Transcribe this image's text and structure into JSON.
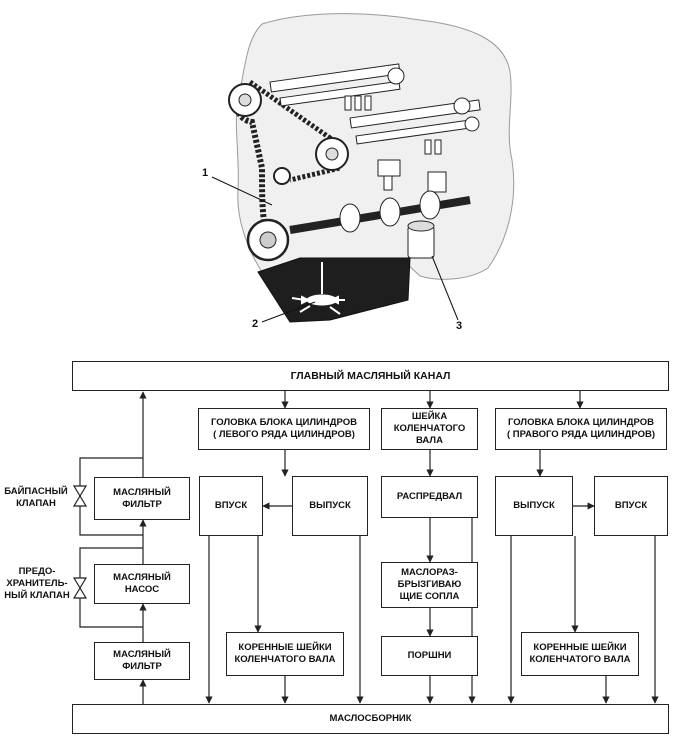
{
  "illustration": {
    "callouts": [
      "1",
      "2",
      "3"
    ]
  },
  "diagram": {
    "main_gallery": "ГЛАВНЫЙ МАСЛЯНЫЙ КАНАЛ",
    "sump": "МАСЛОСБОРНИК",
    "filter_top": "МАСЛЯНЫЙ\nФИЛЬТР",
    "pump": "МАСЛЯНЫЙ\nНАСОС",
    "filter_bottom": "МАСЛЯНЫЙ\nФИЛЬТР",
    "bypass_valve": "БАЙПАСНЫЙ\nКЛАПАН",
    "relief_valve": "ПРЕДО-\nХРАНИТЕЛЬ-\nНЫЙ КЛАПАН",
    "head_left": "ГОЛОВКА БЛОКА ЦИЛИНДРОВ\n( ЛЕВОГО РЯДА ЦИЛИНДРОВ)",
    "crank_journal": "ШЕЙКА\nКОЛЕНЧАТОГО ВАЛА",
    "head_right": "ГОЛОВКА БЛОКА ЦИЛИНДРОВ\n( ПРАВОГО РЯДА ЦИЛИНДРОВ)",
    "intake_left": "ВПУСК",
    "exhaust_left": "ВЫПУСК",
    "camshaft": "РАСПРЕДВАЛ",
    "exhaust_right": "ВЫПУСК",
    "intake_right": "ВПУСК",
    "oil_jets": "МАСЛОРАЗ-\nБРЫЗГИВАЮ\nЩИЕ СОПЛА",
    "main_journals_left": "КОРЕННЫЕ ШЕЙКИ\nКОЛЕНЧАТОГО ВАЛА",
    "pistons": "ПОРШНИ",
    "main_journals_right": "КОРЕННЫЕ ШЕЙКИ\nКОЛЕНЧАТОГО ВАЛА"
  }
}
